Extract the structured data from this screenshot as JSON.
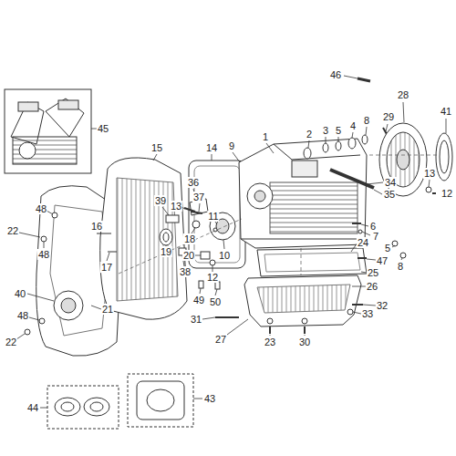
{
  "diagram": {
    "labels": [
      "46",
      "41",
      "28",
      "29",
      "2",
      "3",
      "5",
      "4",
      "8",
      "45",
      "15",
      "14",
      "9",
      "1",
      "36",
      "39",
      "37",
      "13",
      "34",
      "35",
      "13",
      "12",
      "11",
      "48",
      "22",
      "48",
      "16",
      "6",
      "7",
      "24",
      "5",
      "8",
      "47",
      "20",
      "19",
      "10",
      "18",
      "38",
      "12",
      "17",
      "25",
      "26",
      "40",
      "49",
      "50",
      "32",
      "33",
      "48",
      "21",
      "31",
      "22",
      "27",
      "23",
      "30",
      "44",
      "43"
    ]
  }
}
